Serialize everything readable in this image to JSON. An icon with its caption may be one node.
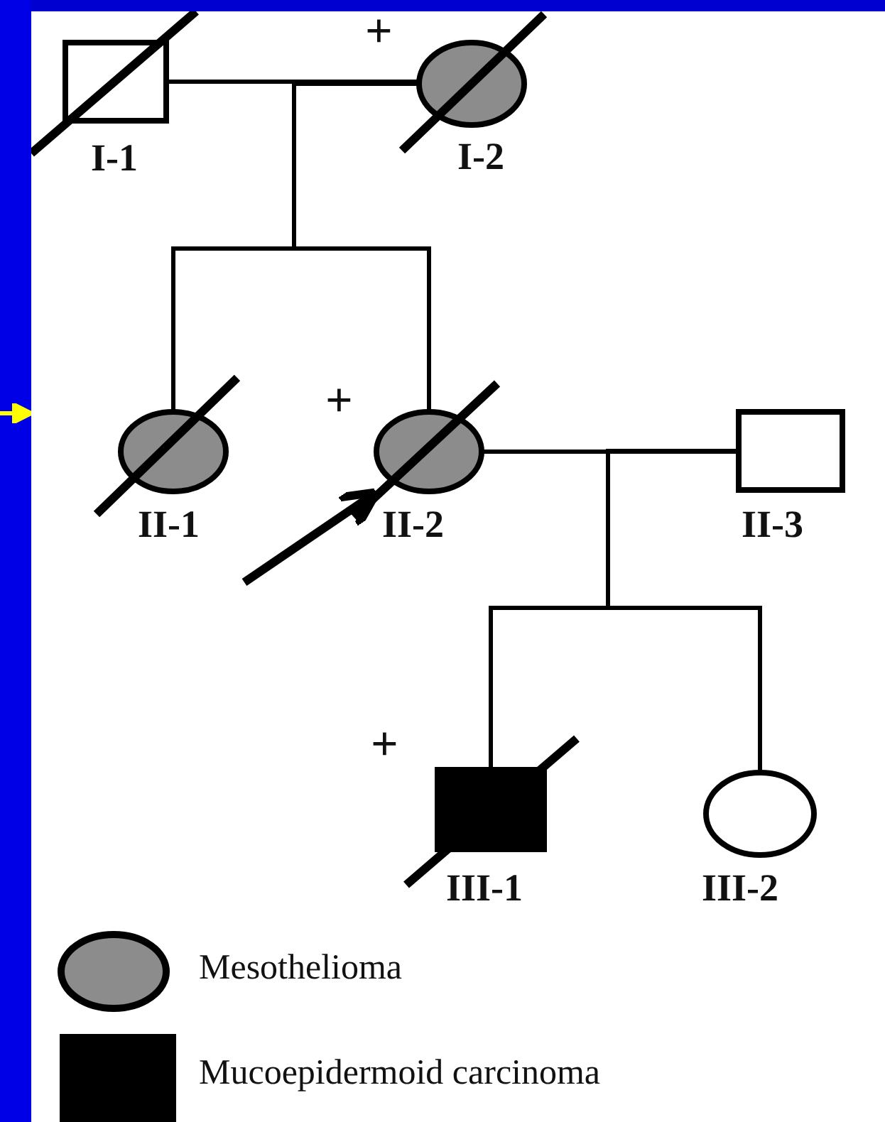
{
  "diagram": {
    "nodes": [
      {
        "text": [],
        "shape": "box",
        "beside": [
          "I-1"
        ]
      },
      {
        "text": [],
        "shape": "circle",
        "beside": [
          "+",
          "I-2"
        ]
      },
      {
        "text": [],
        "shape": "circle",
        "beside": [
          "II-1"
        ]
      },
      {
        "text": [],
        "shape": "circle",
        "beside": [
          "+",
          "II-2"
        ]
      },
      {
        "text": [],
        "shape": "box",
        "beside": [
          "II-3"
        ]
      },
      {
        "text": [],
        "shape": "box",
        "beside": [
          "+",
          "III-1"
        ]
      },
      {
        "text": [],
        "shape": "circle",
        "beside": [
          "III-2"
        ]
      }
    ],
    "edges": [
      {
        "from": 0,
        "to": 1,
        "arrow": "none"
      },
      {
        "from": 0,
        "to": 2,
        "arrow": "none"
      },
      {
        "from": 0,
        "to": 3,
        "arrow": "none"
      },
      {
        "from": 1,
        "to": 2,
        "arrow": "none"
      },
      {
        "from": 1,
        "to": 3,
        "arrow": "none"
      },
      {
        "from": 3,
        "to": 4,
        "arrow": "none"
      },
      {
        "from": 3,
        "to": 5,
        "arrow": "none"
      },
      {
        "from": 3,
        "to": 6,
        "arrow": "none"
      },
      {
        "from": 4,
        "to": 5,
        "arrow": "none"
      },
      {
        "from": 4,
        "to": 6,
        "arrow": "none"
      },
      {
        "from": null,
        "to": 3,
        "arrow": "to",
        "style": "thick"
      }
    ],
    "legend": [
      {
        "text": "Mesothelioma",
        "color": "#8c8c8c"
      },
      {
        "text": "Mucoepidermoid carcinoma",
        "color": "#000000"
      }
    ]
  }
}
